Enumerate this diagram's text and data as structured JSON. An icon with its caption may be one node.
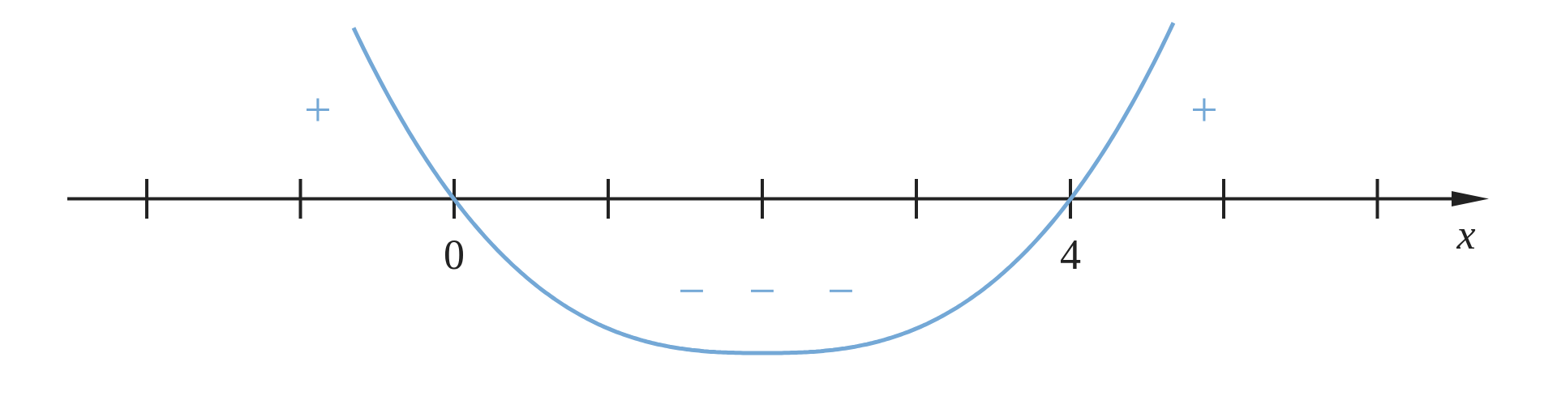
{
  "diagram": {
    "labels": [
      "+",
      "+",
      "0",
      "4",
      "x",
      "−",
      "−",
      "−"
    ]
  }
}
